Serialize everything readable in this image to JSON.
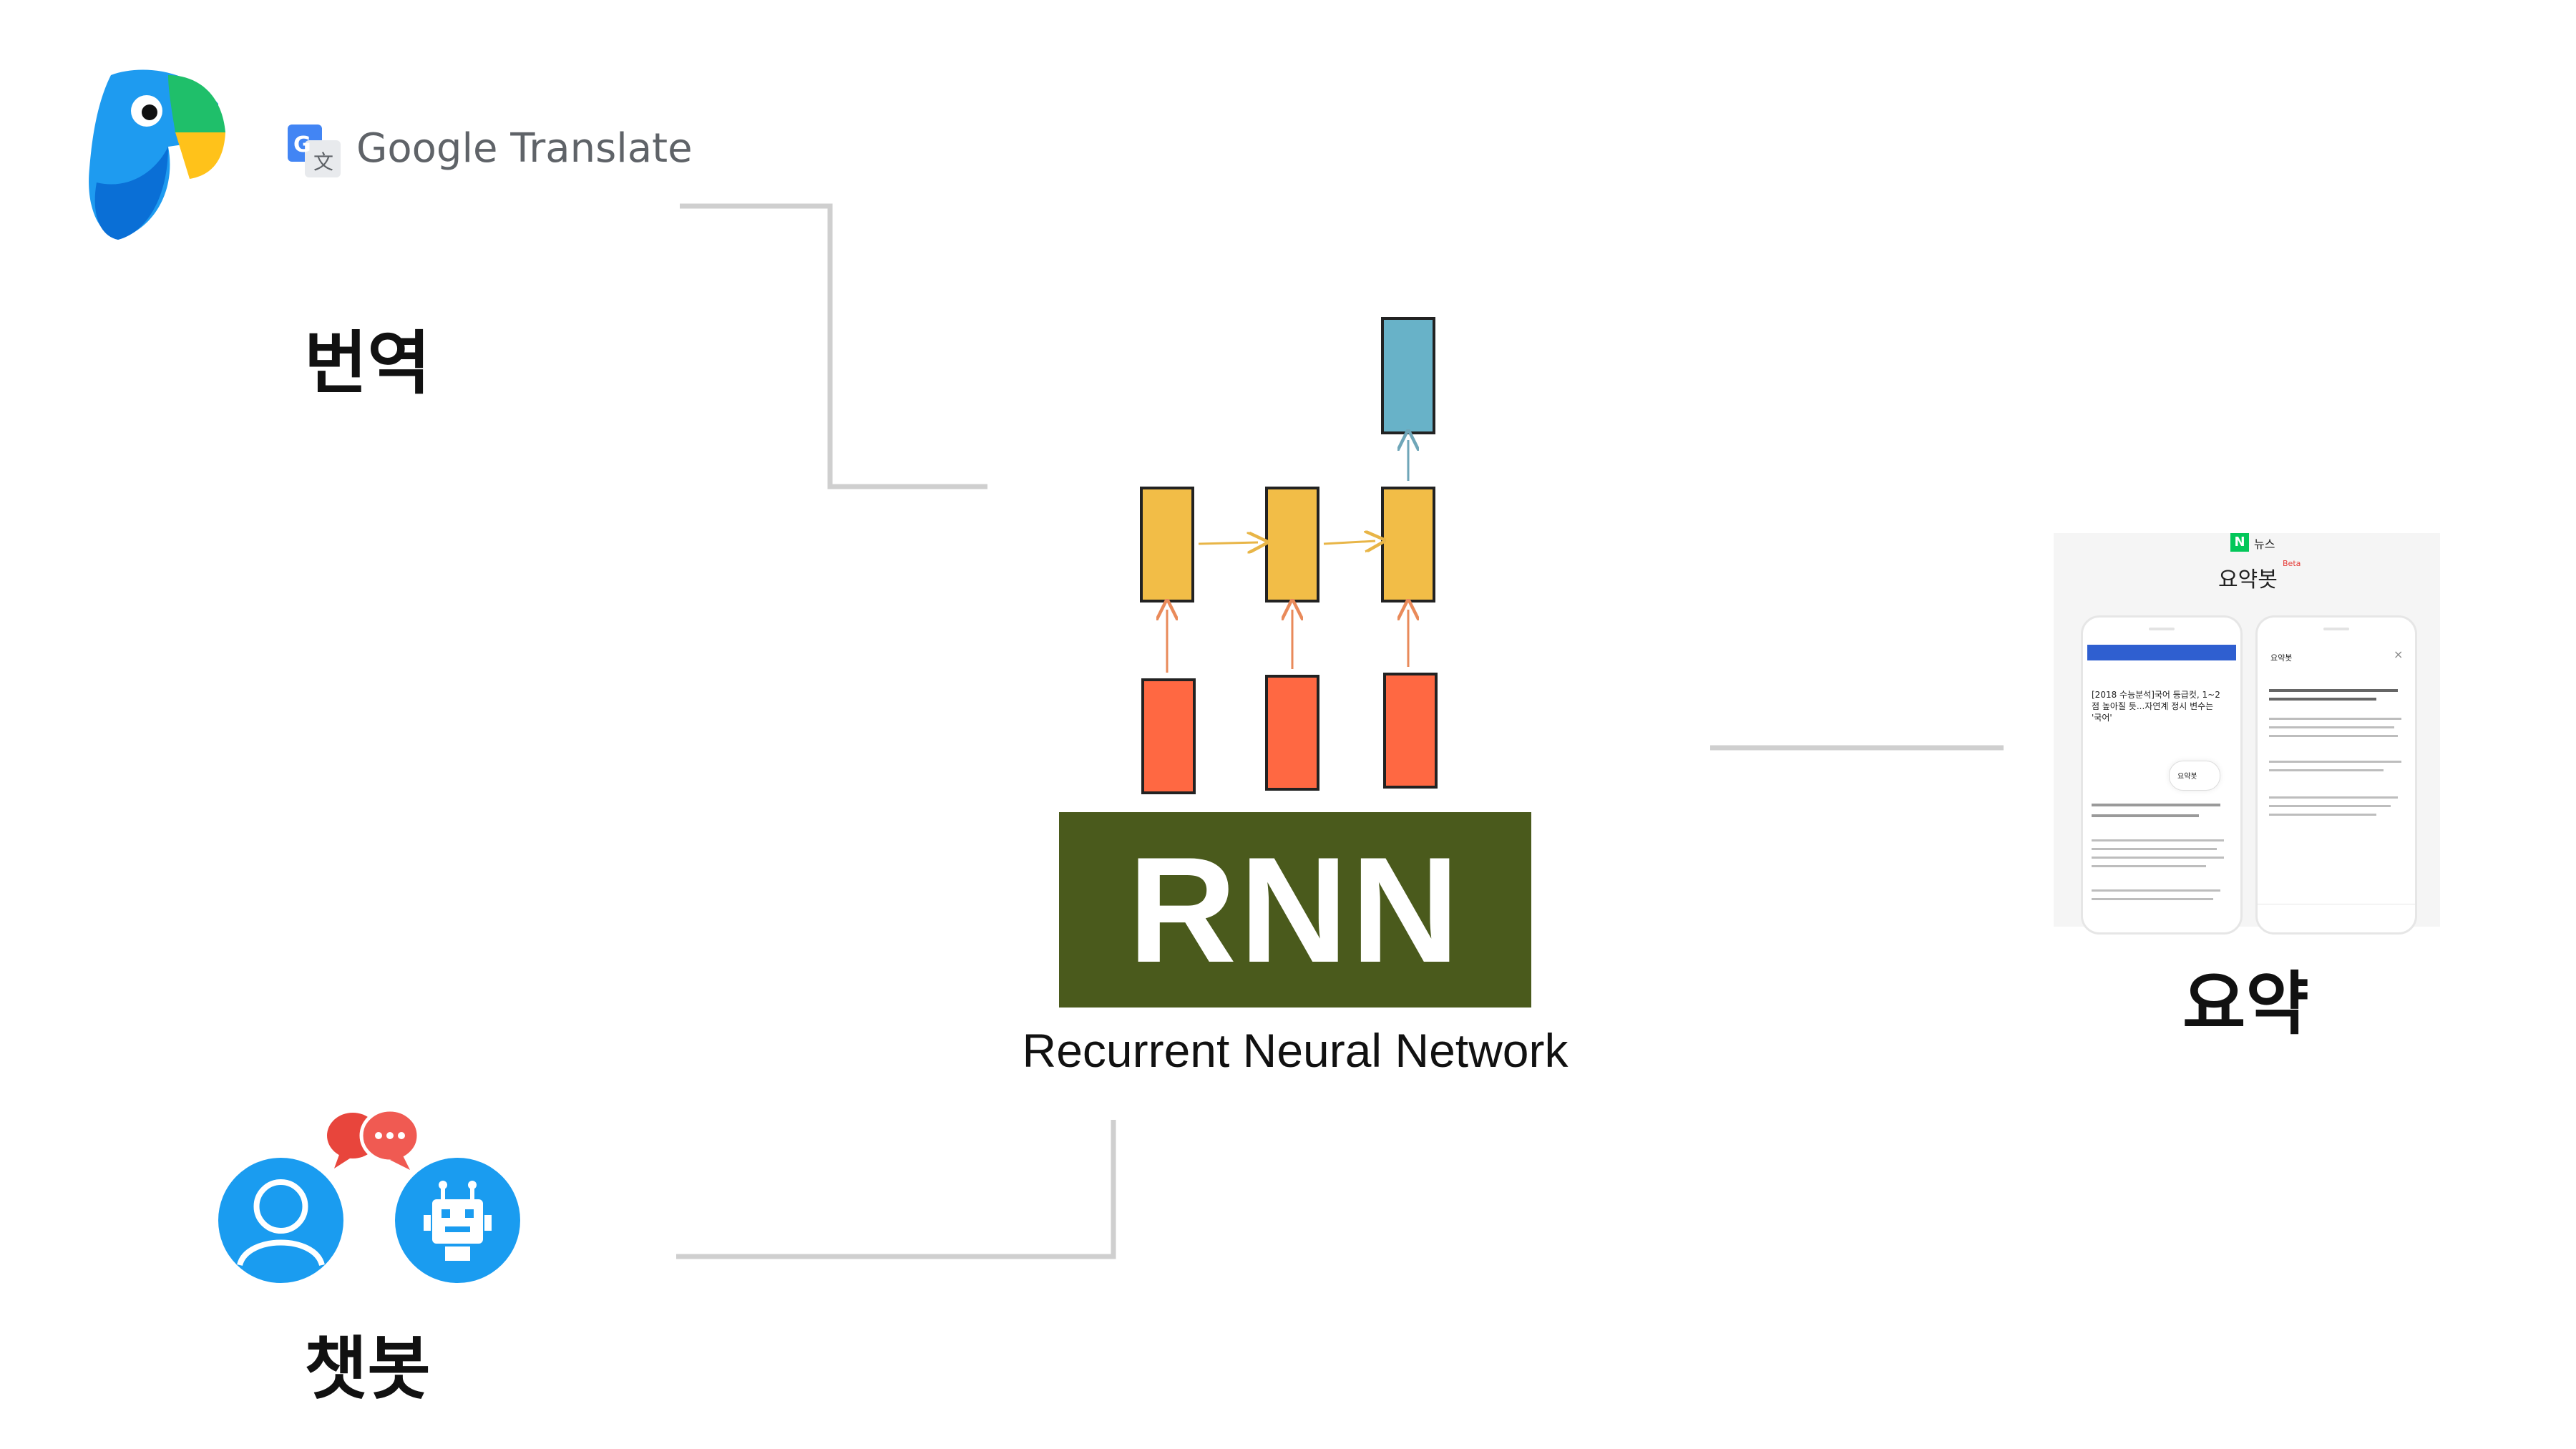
{
  "apps": {
    "papago_icon": "papago-parrot-icon",
    "google_translate_label": "Google Translate",
    "google_translate_icon": "google-translate-icon"
  },
  "labels": {
    "translation": "번역",
    "summary": "요약",
    "chatbot": "챗봇"
  },
  "rnn": {
    "title": "RNN",
    "subtitle": "Recurrent Neural Network"
  },
  "news_app": {
    "badge": "N",
    "section": "뉴스",
    "title": "요약봇",
    "beta": "Beta",
    "headline": "[2018 수능분석]국어 등급컷, 1~2점 높아질 듯...자연계 정시 변수는 '국어'",
    "summary_label": "요약봇"
  },
  "colors": {
    "rnn_box": "#4a5a1c",
    "input_cell": "#ff6842",
    "hidden_cell": "#f2bd47",
    "output_cell": "#68b2c8",
    "connector": "#cfcfcf",
    "naver_green": "#03c75a"
  }
}
